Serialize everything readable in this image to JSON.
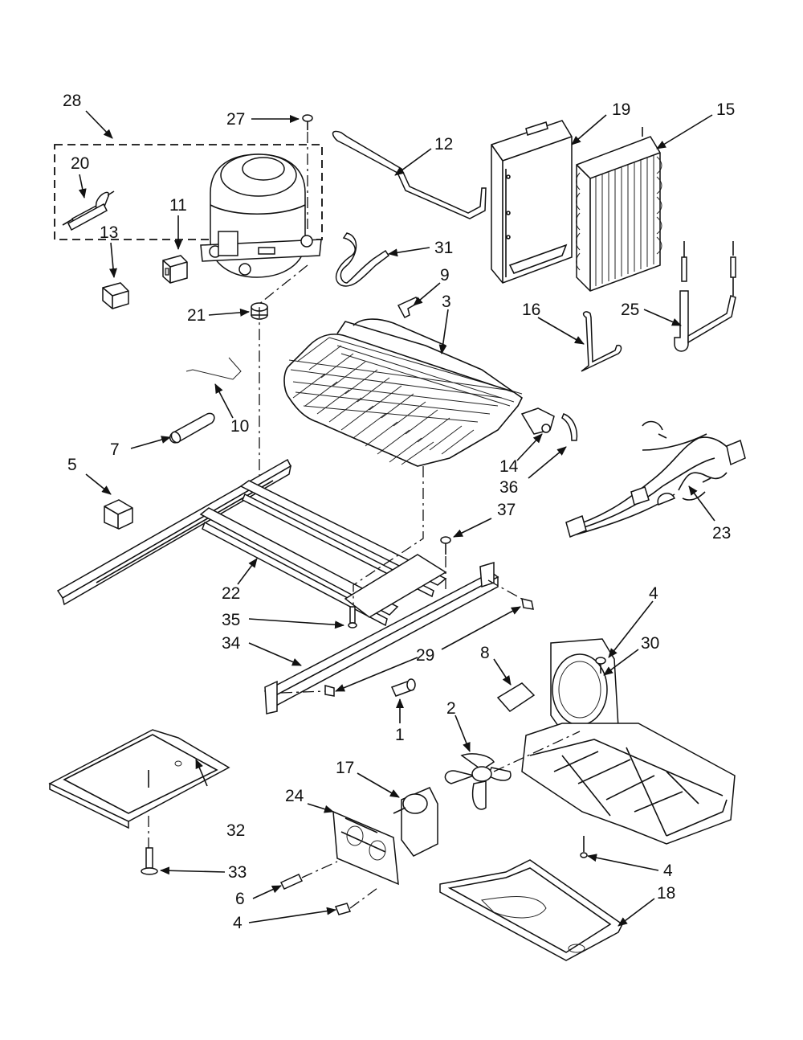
{
  "labels": {
    "l1": "1",
    "l2": "2",
    "l3": "3",
    "l4a": "4",
    "l4b": "4",
    "l4c": "4",
    "l5": "5",
    "l6": "6",
    "l7": "7",
    "l8": "8",
    "l9": "9",
    "l10": "10",
    "l11": "11",
    "l12": "12",
    "l13": "13",
    "l14": "14",
    "l15": "15",
    "l16": "16",
    "l17": "17",
    "l18": "18",
    "l19": "19",
    "l20": "20",
    "l21": "21",
    "l22": "22",
    "l23": "23",
    "l24": "24",
    "l25": "25",
    "l27": "27",
    "l28": "28",
    "l29": "29",
    "l30": "30",
    "l31": "31",
    "l32": "32",
    "l33": "33",
    "l34": "34",
    "l35": "35",
    "l36": "36",
    "l37": "37"
  }
}
